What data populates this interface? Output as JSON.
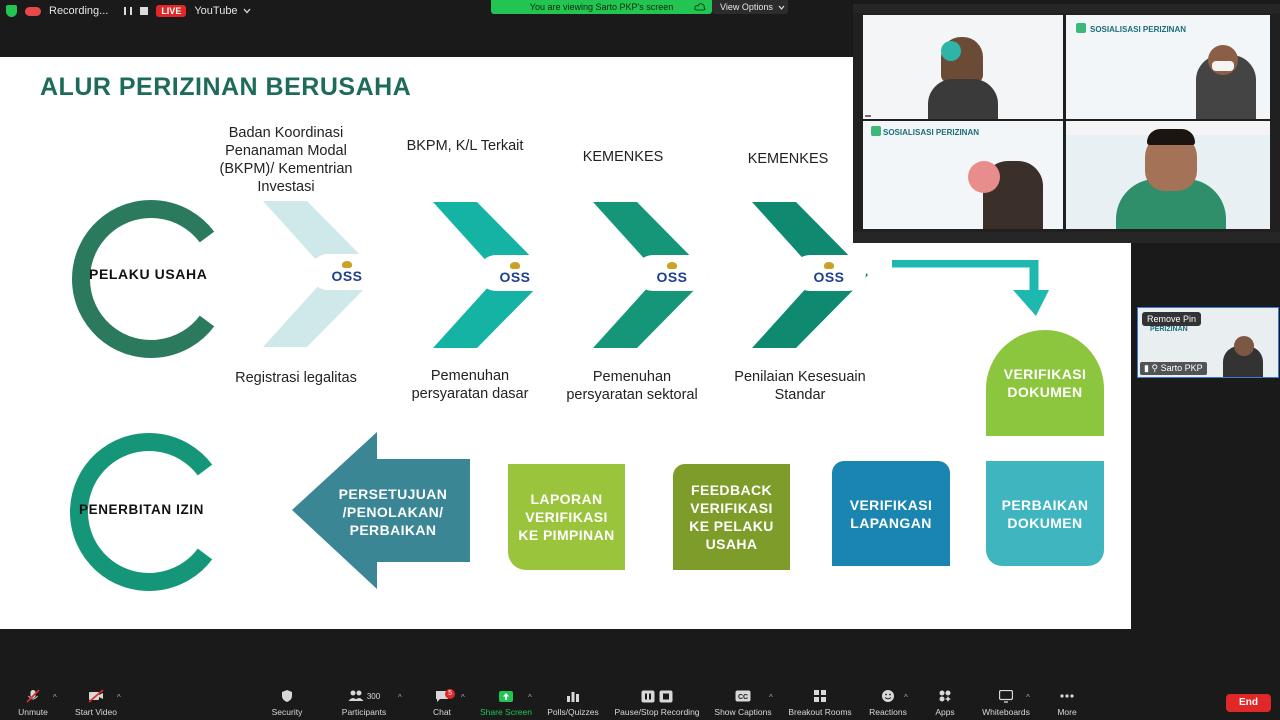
{
  "topbar": {
    "recording_label": "Recording...",
    "live_label": "LIVE",
    "stream_target": "YouTube",
    "viewing_banner": "You are viewing Sarto PKP's screen",
    "view_options": "View Options"
  },
  "slide": {
    "title": "ALUR PERIZINAN BERUSAHA",
    "start_label": "PELAKU  USAHA",
    "end_label": "PENERBITAN IZIN",
    "steps": [
      {
        "authority": "Badan Koordinasi Penanaman Modal (BKPM)/ Kementrian Investasi",
        "activity": "Registrasi legalitas"
      },
      {
        "authority": "BKPM, K/L Terkait",
        "activity": "Pemenuhan persyaratan dasar"
      },
      {
        "authority": "KEMENKES",
        "activity": "Pemenuhan persyaratan sektoral"
      },
      {
        "authority": "KEMENKES",
        "activity": "Penilaian Kesesuain Standar"
      }
    ],
    "logo_text": "OSS",
    "boxes": {
      "verifikasi_dokumen": "VERIFIKASI DOKUMEN",
      "perbaikan_dokumen": "PERBAIKAN DOKUMEN",
      "verifikasi_lapangan": "VERIFIKASI LAPANGAN",
      "feedback": "FEEDBACK VERIFIKASI KE PELAKU USAHA",
      "laporan": "LAPORAN VERIFIKASI KE PIMPINAN",
      "persetujuan": "PERSETUJUAN /PENOLAKAN/ PERBAIKAN"
    },
    "colors": {
      "title": "#1d6b5a",
      "ring_dark": "#2b7a5e",
      "chevron_light": "#cfe9ea",
      "chevron_teal": "#15b3a4",
      "chevron_green": "#159678",
      "chevron_dark": "#0f8a70",
      "verif_dok": "#8cc63e",
      "perbaikan": "#3fb6bf",
      "lapangan": "#1b85b1",
      "feedback": "#7e9c2a",
      "laporan": "#9ac43c",
      "persetujuan": "#3a8694"
    }
  },
  "gallery": {
    "poster_title": "SOSIALISASI PERIZINAN"
  },
  "pinned": {
    "remove_pin": "Remove Pin",
    "name": "Sarto PKP",
    "poster_title": "PERIZINAN"
  },
  "toolbar": {
    "unmute": "Unmute",
    "start_video": "Start Video",
    "security": "Security",
    "participants": "Participants",
    "participants_count": "300",
    "chat": "Chat",
    "chat_badge": "5",
    "share_screen": "Share Screen",
    "polls": "Polls/Quizzes",
    "pause_recording": "Pause/Stop Recording",
    "captions": "Show Captions",
    "breakout": "Breakout Rooms",
    "reactions": "Reactions",
    "apps": "Apps",
    "whiteboards": "Whiteboards",
    "more": "More",
    "end": "End"
  }
}
